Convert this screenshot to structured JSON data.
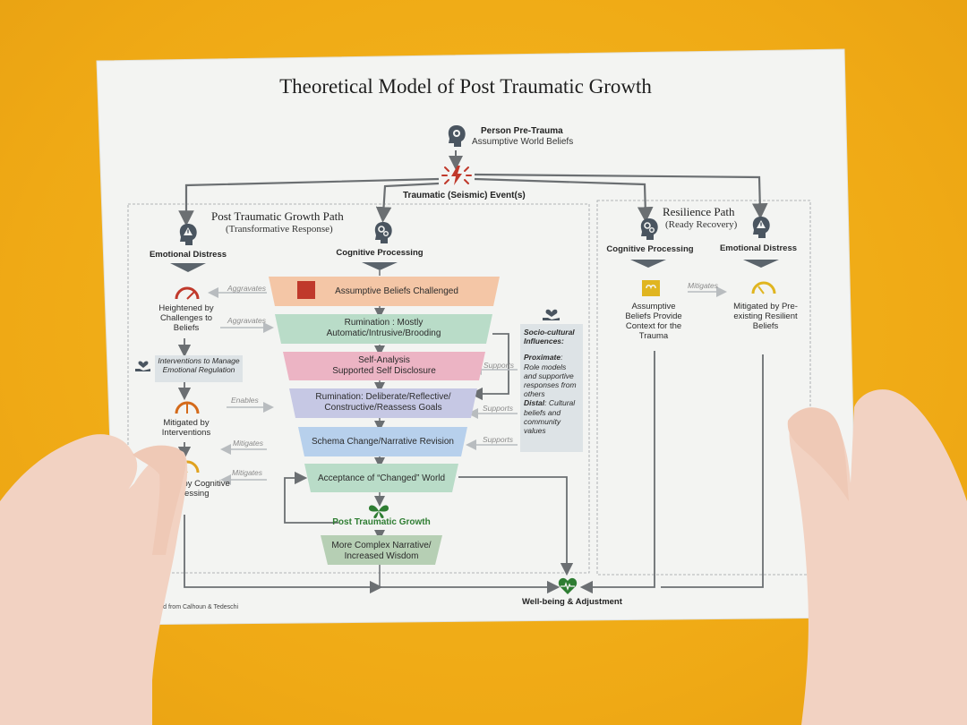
{
  "title": "Theoretical Model of Post Traumatic Growth",
  "top": {
    "person_title": "Person Pre-Trauma",
    "person_sub": "Assumptive World Beliefs",
    "event": "Traumatic (Seismic) Event(s)"
  },
  "ptg_path": {
    "title": "Post Traumatic Growth Path",
    "subtitle": "(Transformative Response)",
    "emotional_distress": "Emotional Distress",
    "cognitive_processing": "Cognitive Processing",
    "left_items": {
      "heightened": "Heightened by Challenges to Beliefs",
      "interventions": "Interventions to Manage Emotional Regulation",
      "mitigated_interventions": "Mitigated by Interventions",
      "mitigated_processing": "Mitigated by Cognitive Processing"
    },
    "arrow_labels": {
      "aggravates1": "Aggravates",
      "aggravates2": "Aggravates",
      "enables": "Enables",
      "mitigates1": "Mitigates",
      "mitigates2": "Mitigates"
    },
    "funnel": [
      {
        "label": "Assumptive Beliefs Challenged",
        "color": "#f4c6a6"
      },
      {
        "label": "Rumination : Mostly\nAutomatic/Intrusive/Brooding",
        "color": "#b9dcc8"
      },
      {
        "label": "Self-Analysis\nSupported Self Disclosure",
        "color": "#ecb4c4"
      },
      {
        "label": "Rumination: Deliberate/Reflective/\nConstructive/Reassess Goals",
        "color": "#c6c8e4"
      },
      {
        "label": "Schema Change/Narrative Revision",
        "color": "#b7d0ec"
      },
      {
        "label": "Acceptance of “Changed” World",
        "color": "#b9dcc8"
      }
    ],
    "growth_label": "Post Traumatic Growth",
    "growth_box": "More Complex Narrative/\nIncreased Wisdom",
    "socio": {
      "heading": "Socio-cultural Influences:",
      "proximate_label": "Proximate",
      "proximate_text": ": Role models and supportive responses from others",
      "distal_label": "Distal",
      "distal_text": ": Cultural beliefs and community values"
    },
    "supports": [
      "Supports",
      "Supports",
      "Supports"
    ]
  },
  "resilience_path": {
    "title": "Resilience Path",
    "subtitle": "(Ready Recovery)",
    "cognitive_processing": "Cognitive Processing",
    "emotional_distress": "Emotional Distress",
    "mitigates": "Mitigates",
    "assumptive": "Assumptive Beliefs Provide Context for the Trauma",
    "mitigated_preexisting": "Mitigated by Pre-existing Resilient Beliefs"
  },
  "outcome": "Well-being & Adjustment",
  "credit": "Adapted from Calhoun & Tedeschi",
  "colors": {
    "background": "#f2b11a",
    "paper": "#f3f4f2",
    "arrow": "#6b6f72",
    "icon": "#4a5560",
    "red": "#c0392b",
    "green": "#2e7d32"
  }
}
